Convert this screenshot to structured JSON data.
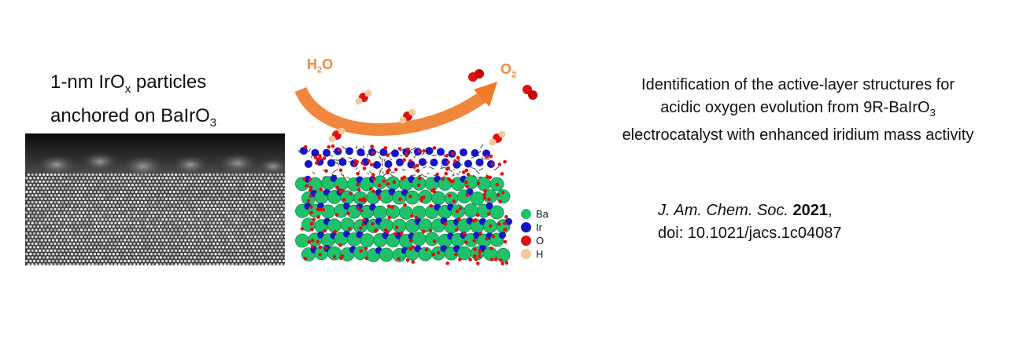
{
  "caption": {
    "line1_pre": "1-nm IrO",
    "line1_sub": "x",
    "line1_post": " particles",
    "line2_pre": "anchored on BaIrO",
    "line2_sub": "3"
  },
  "molecules": {
    "water_main": "H",
    "water_sub": "2",
    "water_post": "O",
    "oxygen_main": "O",
    "oxygen_sub": "2"
  },
  "legend": [
    {
      "label": "Ba",
      "color": "#1fc26a"
    },
    {
      "label": "Ir",
      "color": "#1414c8"
    },
    {
      "label": "O",
      "color": "#e01010"
    },
    {
      "label": "H",
      "color": "#f1c99a"
    }
  ],
  "title": {
    "line1": "Identification of the active-layer structures for",
    "line2_pre": "acidic oxygen evolution from 9R-BaIrO",
    "line2_sub": "3",
    "line3": "electrocatalyst with enhanced iridium mass activity"
  },
  "citation": {
    "journal": "J. Am. Chem. Soc.",
    "year": "2021",
    "after_year": ",",
    "doi": "doi: 10.1021/jacs.1c04087"
  },
  "colors": {
    "arrow": "#f07a28",
    "ba": "#1fc26a",
    "ir": "#1414c8",
    "o": "#e01010",
    "h": "#f1c99a"
  }
}
